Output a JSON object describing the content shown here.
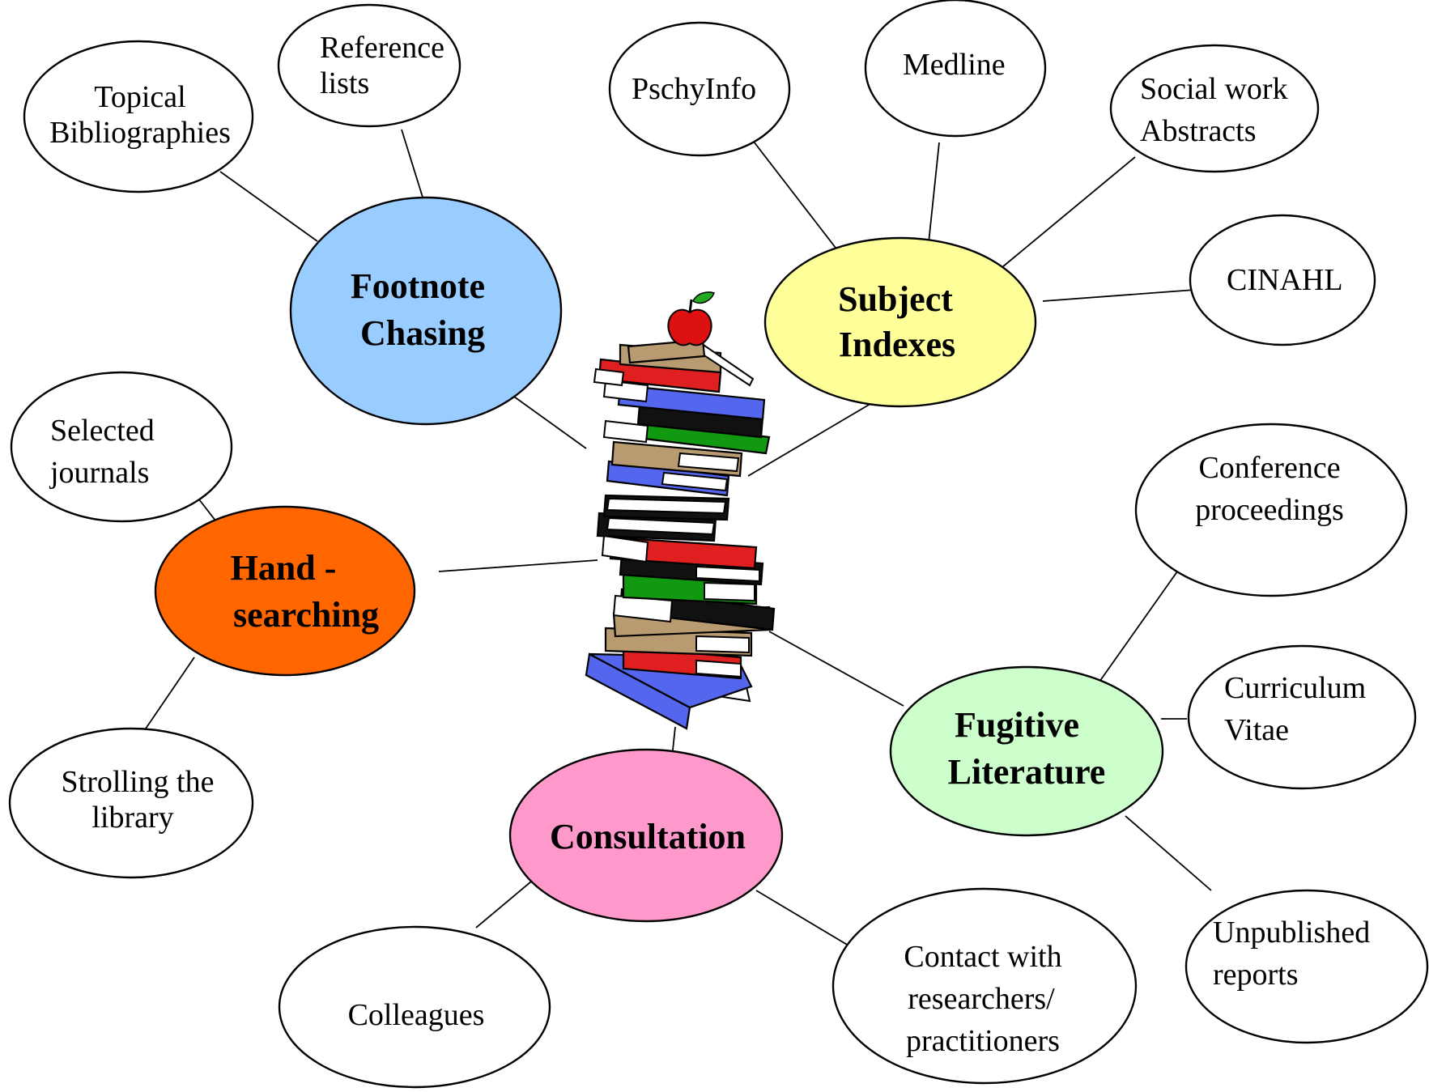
{
  "hubs": [
    {
      "id": "footnote",
      "lines": [
        "Footnote",
        "Chasing"
      ],
      "color": "#99CCFF"
    },
    {
      "id": "subject",
      "lines": [
        "Subject",
        "Indexes"
      ],
      "color": "#FFFF99"
    },
    {
      "id": "hand",
      "lines": [
        "Hand -",
        "searching"
      ],
      "color": "#FF6600"
    },
    {
      "id": "fugitive",
      "lines": [
        "Fugitive",
        "Literature"
      ],
      "color": "#CCFFCC"
    },
    {
      "id": "consult",
      "lines": [
        "Consultation"
      ],
      "color": "#FF99CC"
    }
  ],
  "leaves": [
    {
      "id": "reference-lists",
      "lines": [
        "Reference",
        "lists"
      ]
    },
    {
      "id": "topical-bibliographies",
      "lines": [
        "Topical",
        "Bibliographies"
      ]
    },
    {
      "id": "pschyinfo",
      "lines": [
        "PschyInfo"
      ]
    },
    {
      "id": "medline",
      "lines": [
        "Medline"
      ]
    },
    {
      "id": "social-work-abstracts",
      "lines": [
        "Social work",
        "Abstracts"
      ]
    },
    {
      "id": "cinahl",
      "lines": [
        "CINAHL"
      ]
    },
    {
      "id": "selected-journals",
      "lines": [
        "Selected",
        "journals"
      ]
    },
    {
      "id": "strolling-the-library",
      "lines": [
        "Strolling the",
        "library"
      ]
    },
    {
      "id": "conference-proceedings",
      "lines": [
        "Conference",
        "proceedings"
      ]
    },
    {
      "id": "curriculum-vitae",
      "lines": [
        "Curriculum",
        "Vitae"
      ]
    },
    {
      "id": "unpublished-reports",
      "lines": [
        "Unpublished",
        "reports"
      ]
    },
    {
      "id": "colleagues",
      "lines": [
        "Colleagues"
      ]
    },
    {
      "id": "contact-with-researchers",
      "lines": [
        "Contact with",
        "researchers/",
        "practitioners"
      ]
    }
  ],
  "center_image": {
    "icon": "stack-of-books-with-apple-icon"
  },
  "colors": {
    "book_red": "#E02020",
    "book_blue": "#5566EE",
    "book_green": "#119911",
    "book_tan": "#B89B70",
    "book_black": "#111111",
    "apple": "#DD1111",
    "leaf": "#22AA22"
  }
}
